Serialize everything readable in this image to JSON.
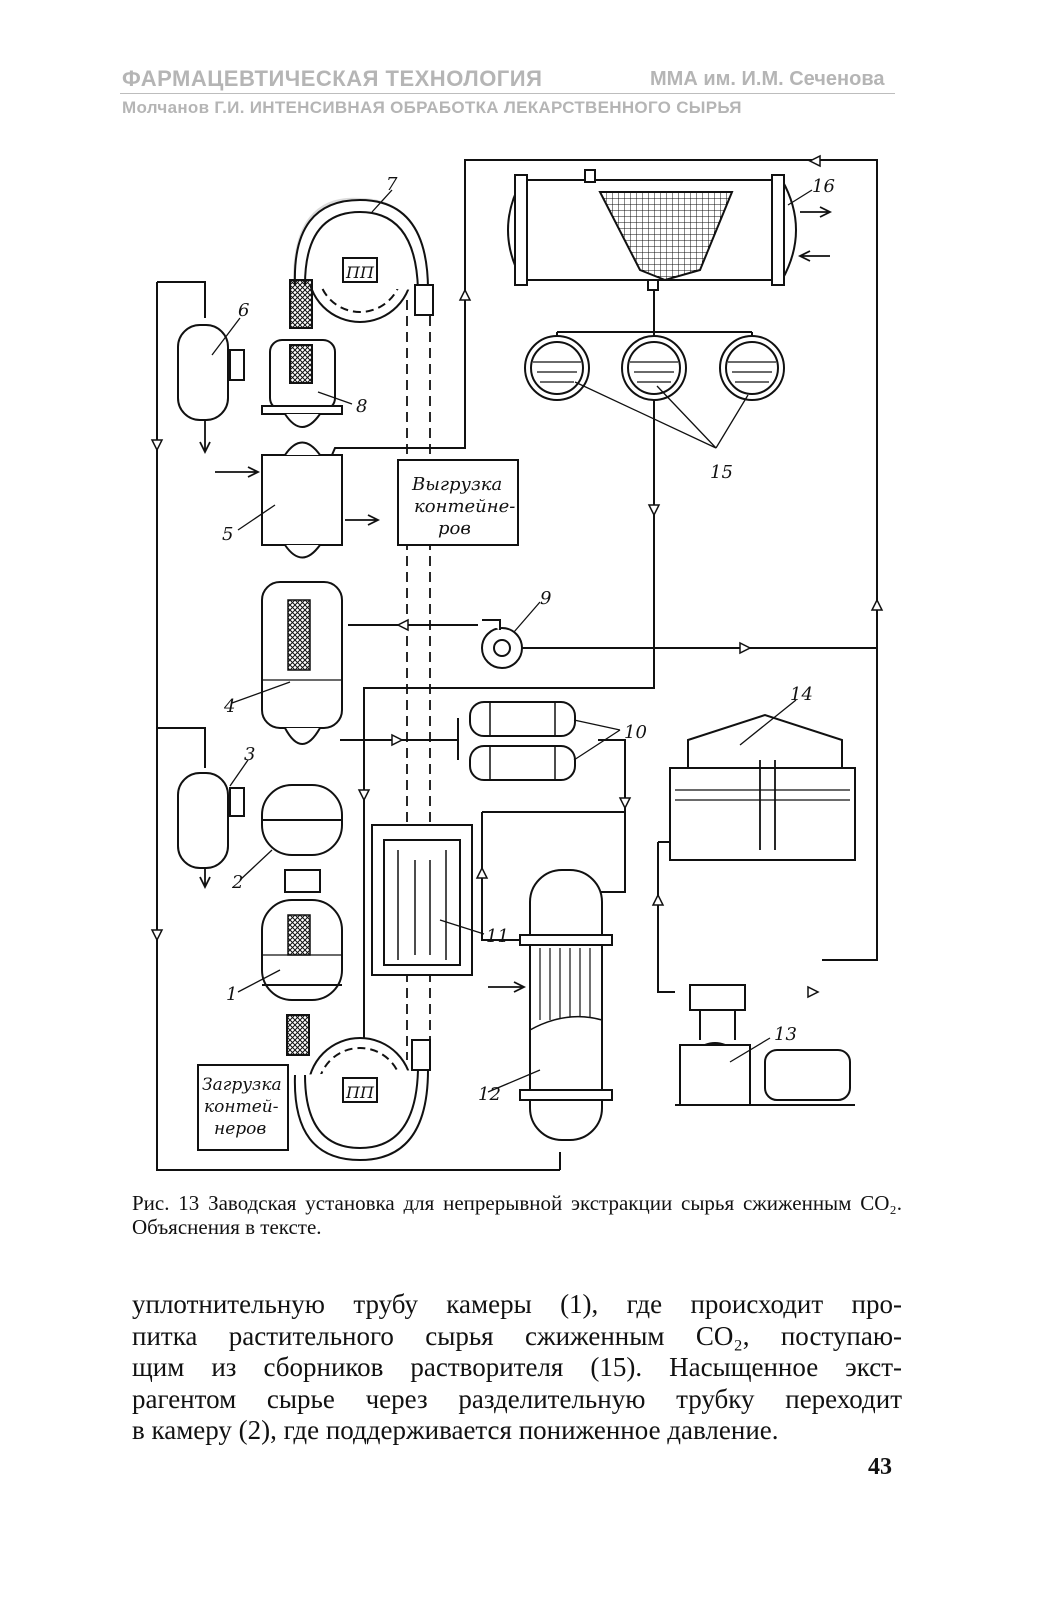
{
  "header": {
    "left_title": "ФАРМАЦЕВТИЧЕСКАЯ ТЕХНОЛОГИЯ",
    "right_title": "ММА им. И.М. Сеченова",
    "subtitle": "Молчанов Г.И. ИНТЕНСИВНАЯ ОБРАБОТКА ЛЕКАРСТВЕННОГО СЫРЬЯ"
  },
  "figure": {
    "numbers": [
      "1",
      "2",
      "3",
      "4",
      "5",
      "6",
      "7",
      "8",
      "9",
      "10",
      "11",
      "12",
      "13",
      "14",
      "15",
      "16"
    ],
    "box_unload": [
      "Выгрузка",
      "контейне-",
      "ров"
    ],
    "box_load": [
      "Загрузка",
      "контей-",
      "неров"
    ],
    "motor_symbol": "ПП"
  },
  "caption": {
    "text": "Рис. 13 Заводская установка для непрерывной экстракции сырья сжиженным CO₂. Объяснения в тексте."
  },
  "body": {
    "lines": [
      "уплотнительную трубу камеры (1), где происходит про-",
      "питка растительного сырья сжиженным CO₂, поступаю-",
      "щим из сборников растворителя (15). Насыщенное экст-",
      "рагентом сырье через разделительную трубку переходит",
      "в камеру (2), где поддерживается пониженное давление."
    ]
  },
  "page_number": "43"
}
